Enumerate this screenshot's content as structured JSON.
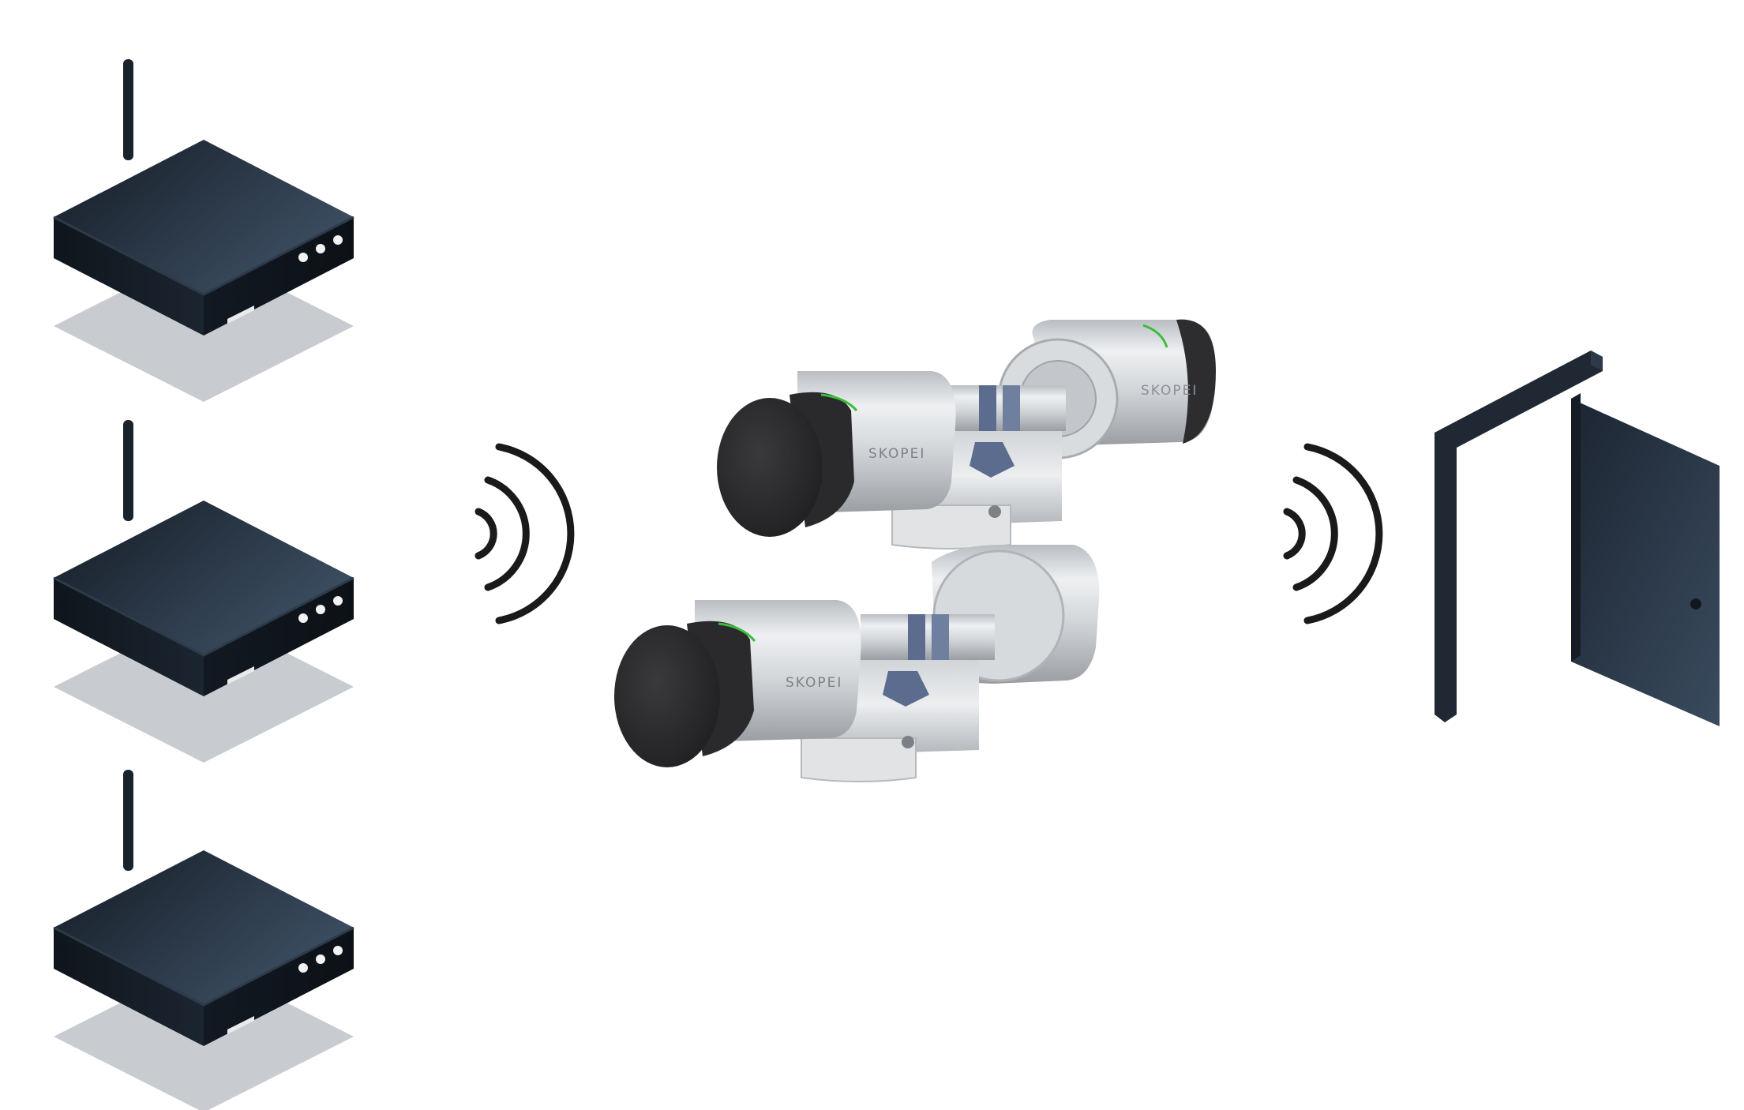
{
  "diagram": {
    "gateways": [
      {
        "name": "gateway-1"
      },
      {
        "name": "gateway-2"
      },
      {
        "name": "gateway-3"
      }
    ],
    "locks": [
      {
        "brand": "SKOPEI",
        "variant": "double-knob"
      },
      {
        "brand": "SKOPEI",
        "variant": "knob-and-thumbturn"
      }
    ],
    "target": {
      "icon": "open-door-icon"
    },
    "signals": [
      {
        "icon": "wireless-signal-icon"
      },
      {
        "icon": "wireless-signal-icon"
      }
    ]
  },
  "colors": {
    "device_dark": "#1e2733",
    "device_top_light": "#3d4f63",
    "shadow": "#c9ccd1",
    "signal": "#1a1a1a",
    "door": "#2a3646",
    "metal_light": "#e6e8ea",
    "metal_dark": "#a9adb2",
    "knob_cap": "#2c2c2e",
    "led_green": "#3bbd3b",
    "thumb_blue": "#5c6c8f"
  }
}
